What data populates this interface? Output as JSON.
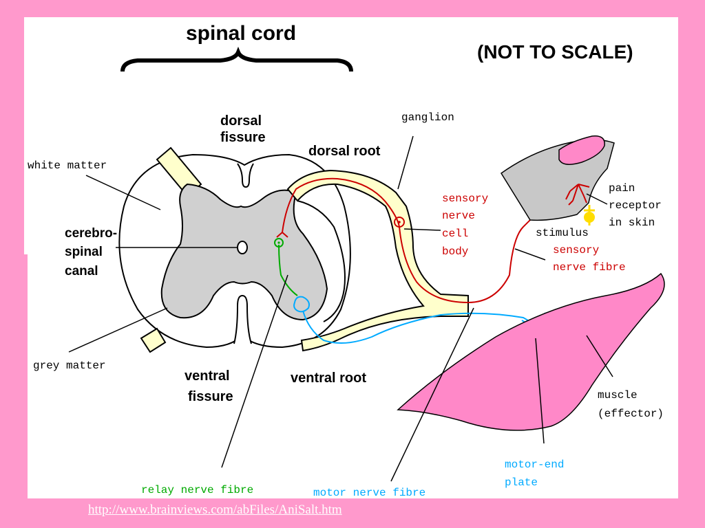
{
  "title": "spinal cord",
  "scale_note": "(NOT TO SCALE)",
  "labels": {
    "dorsal_fissure": [
      "dorsal",
      "fissure"
    ],
    "dorsal_root": "dorsal root",
    "ganglion": "ganglion",
    "white_matter": "white matter",
    "cerebrospinal_canal": [
      "cerebro-",
      "spinal",
      "canal"
    ],
    "grey_matter": "grey matter",
    "ventral_fissure": [
      "ventral",
      "fissure"
    ],
    "ventral_root": "ventral root",
    "sensory_nerve_cell_body": [
      "sensory",
      "nerve",
      "cell",
      "body"
    ],
    "pain_receptor": [
      "pain",
      "receptor",
      "in skin"
    ],
    "stimulus": "stimulus",
    "sensory_nerve_fibre": [
      "sensory",
      "nerve fibre"
    ],
    "muscle": [
      "muscle",
      "(effector)"
    ],
    "motor_end_plate": [
      "motor-end",
      "plate"
    ],
    "relay_nerve_fibre": "relay nerve fibre",
    "motor_nerve_fibre": "motor nerve fibre"
  },
  "source_url": "http://www.brainviews.com/abFiles/AniSalt.htm",
  "colors": {
    "background": "#ff99cc",
    "panel": "#ffffff",
    "grey_matter": "#d0d0d0",
    "root": "#ffffcc",
    "sensory": "#cc0000",
    "relay": "#00aa00",
    "motor": "#00aaff",
    "muscle": "#ff88c8",
    "stimulus": "#ffdd00"
  }
}
